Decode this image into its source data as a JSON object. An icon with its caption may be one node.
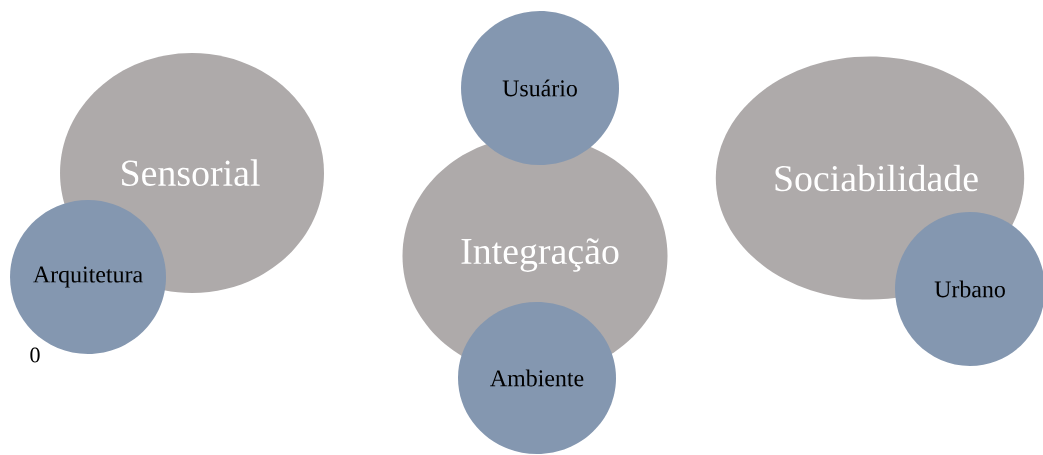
{
  "diagram": {
    "nodes": [
      {
        "text": [
          "Sensorial"
        ]
      },
      {
        "text": [
          "Arquitetura"
        ]
      },
      {
        "text": [
          "Integração"
        ]
      },
      {
        "text": [
          "Usuário"
        ]
      },
      {
        "text": [
          "Ambiente"
        ]
      },
      {
        "text": [
          "Sociabilidade"
        ]
      },
      {
        "text": [
          "Urbano"
        ]
      }
    ],
    "labels": [
      "0"
    ]
  }
}
